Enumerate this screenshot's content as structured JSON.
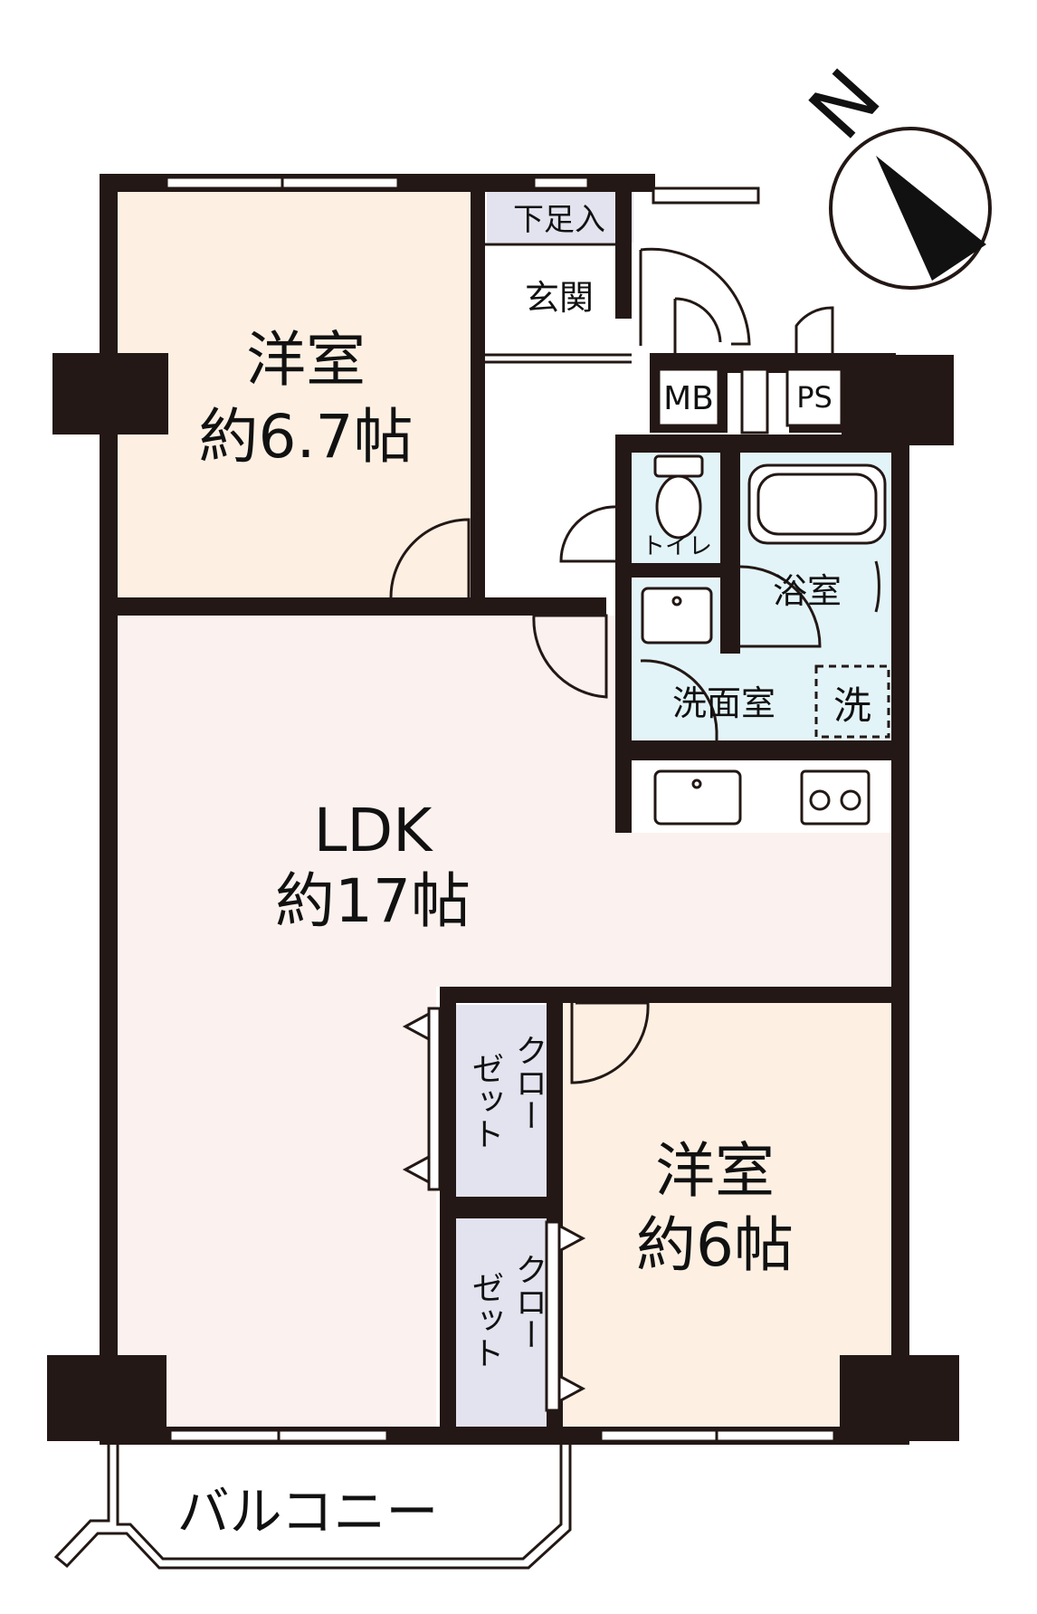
{
  "compass": {
    "label": "N"
  },
  "rooms": {
    "western_room_1": {
      "name": "洋室",
      "size": "約6.7帖"
    },
    "ldk": {
      "name": "LDK",
      "size": "約17帖"
    },
    "western_room_2": {
      "name": "洋室",
      "size": "約6帖"
    },
    "entrance": "玄関",
    "shoe_storage": "下足入",
    "mb": "MB",
    "ps": "PS",
    "toilet": "トイレ",
    "bath": "浴室",
    "washroom": "洗面室",
    "washer": "洗",
    "closet_1": [
      "クロー",
      "ゼット"
    ],
    "closet_2": [
      "クロー",
      "ゼット"
    ],
    "balcony": "バルコニー"
  },
  "colors": {
    "wall": "#231815",
    "western_room_fill": "#fdf0e3",
    "ldk_fill": "#fbf1ee",
    "wet_area_fill": "#e3f4f8",
    "closet_fill": "#e3e3ef",
    "entrance_fill": "#ffffff"
  }
}
